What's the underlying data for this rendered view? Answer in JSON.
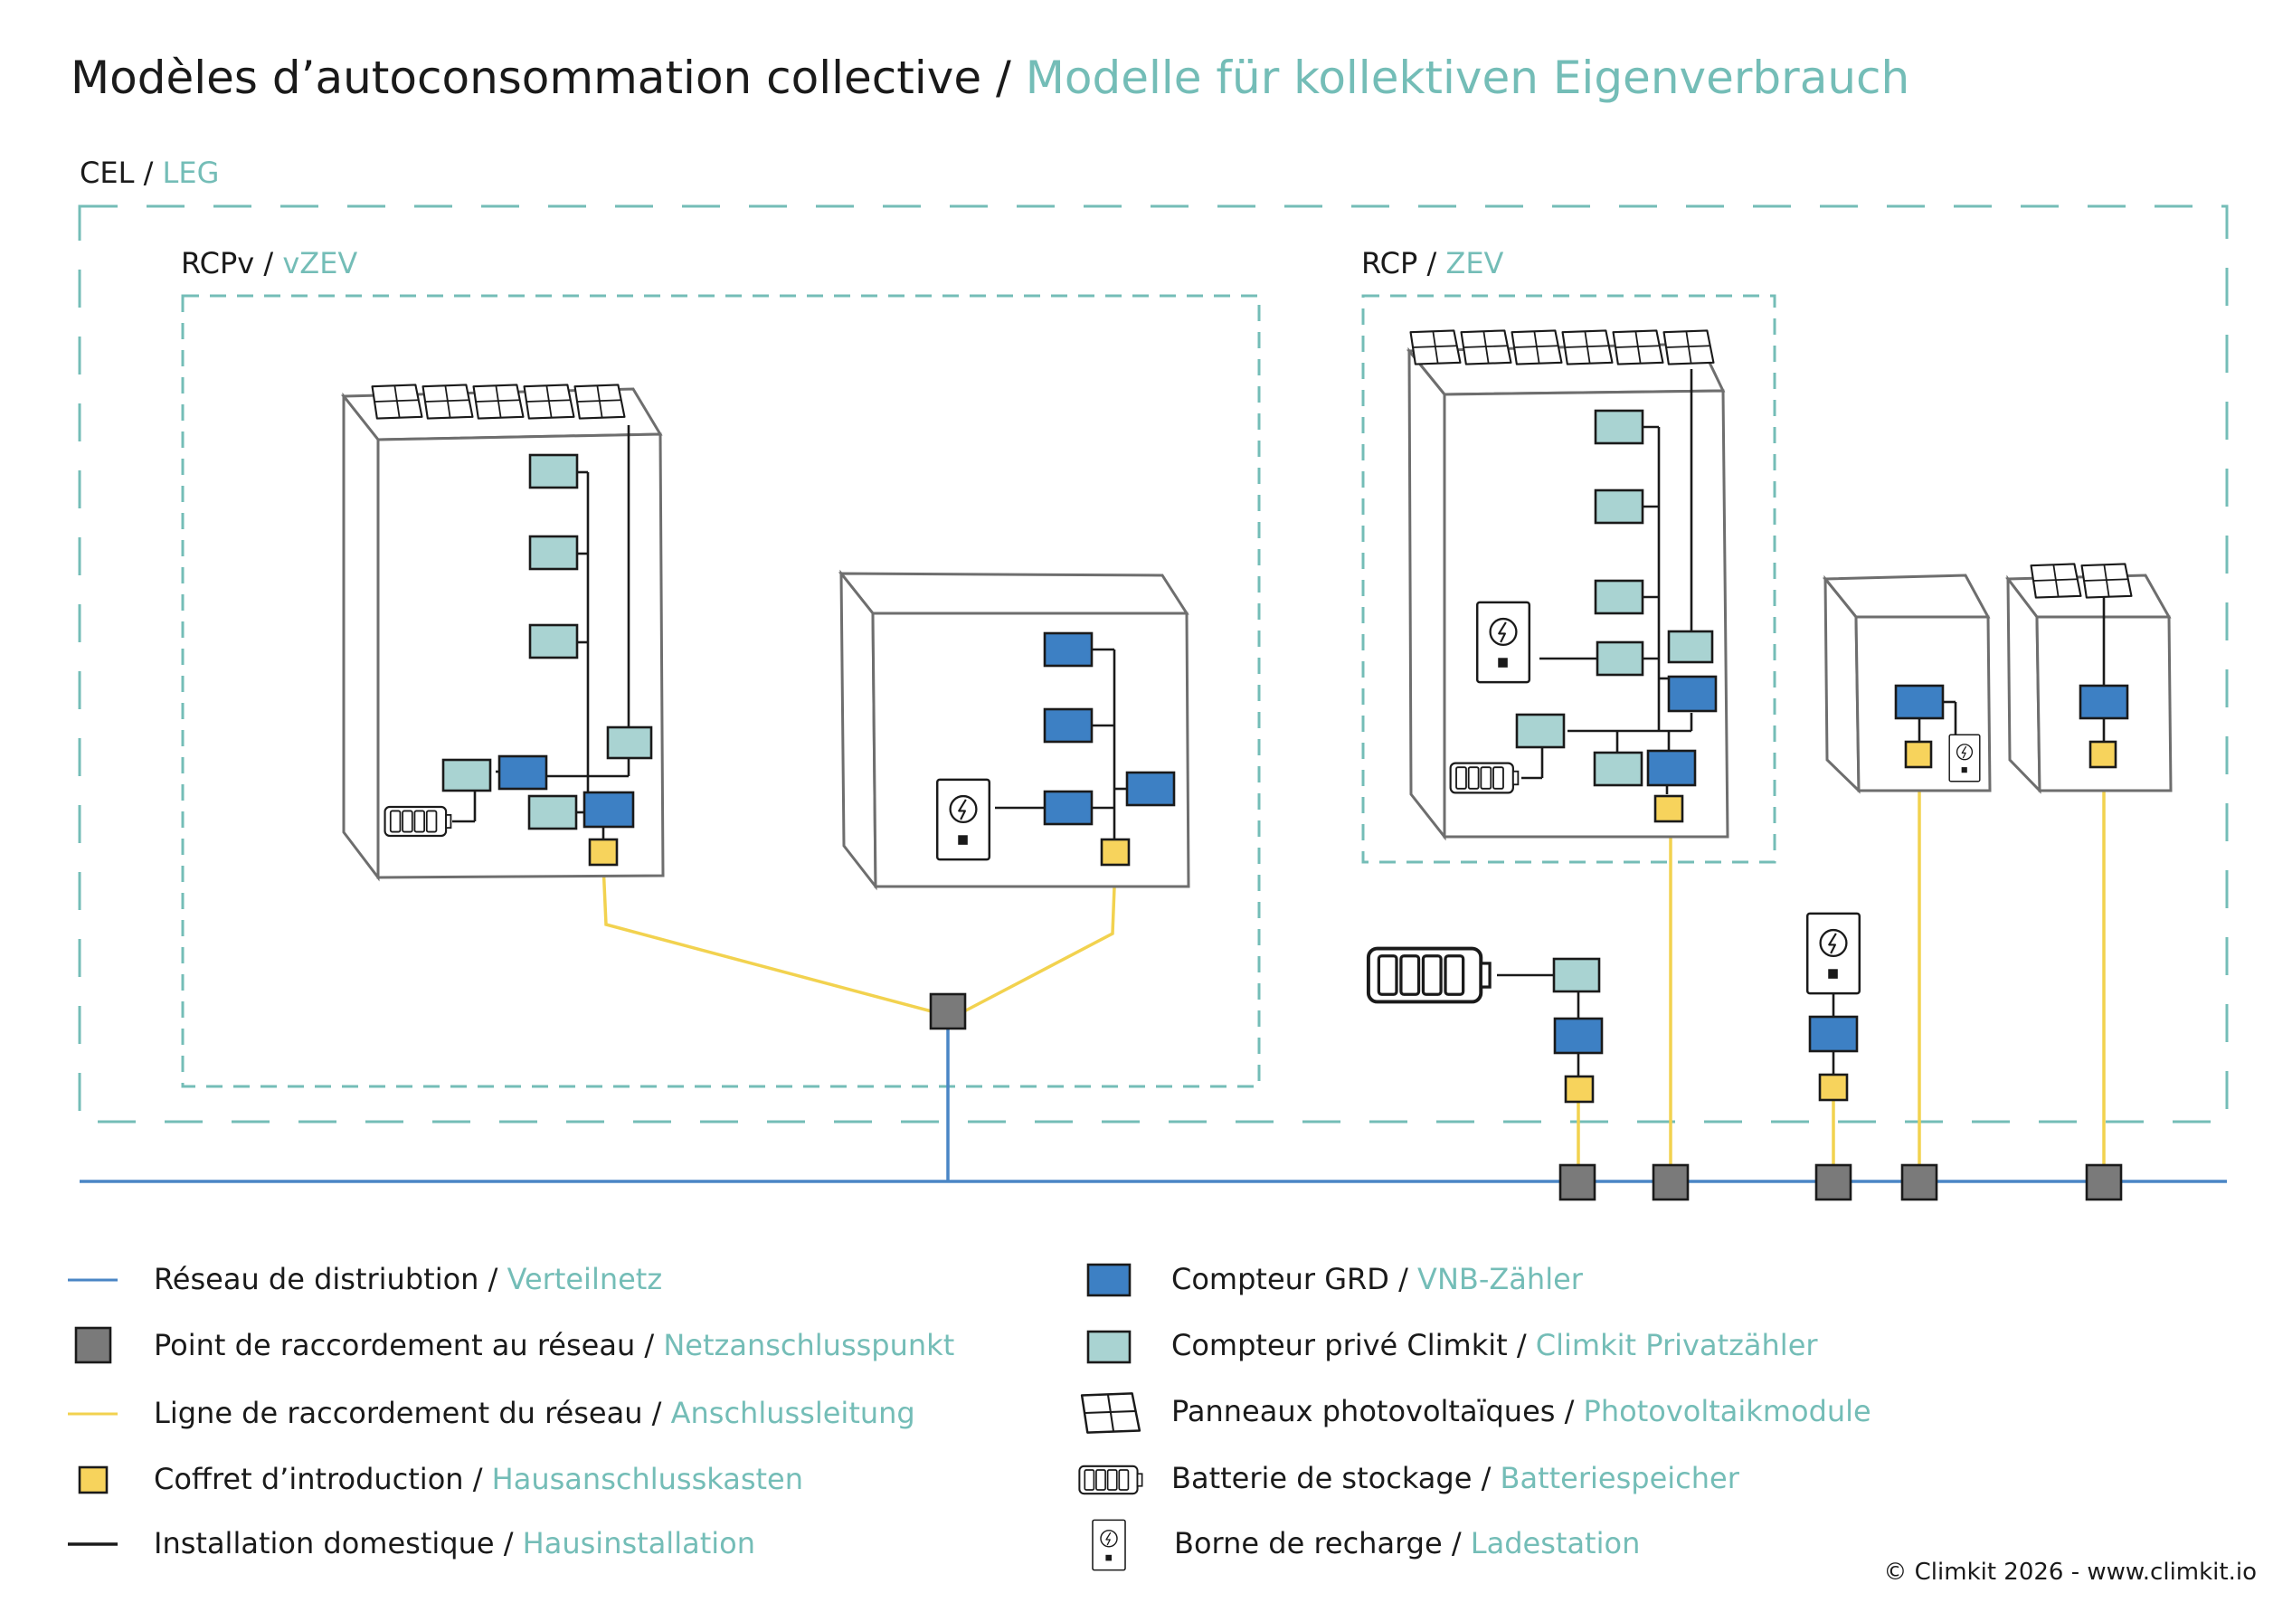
{
  "title": {
    "fr": "Modèles d’autoconsommation collective",
    "sep": " / ",
    "de": "Modelle für kollektiven Eigenverbrauch"
  },
  "groups": {
    "cel": {
      "fr": "CEL",
      "sep": " / ",
      "de": "LEG"
    },
    "rcpv": {
      "fr": "RCPv",
      "sep": " / ",
      "de": "vZEV"
    },
    "rcp": {
      "fr": "RCP",
      "sep": " / ",
      "de": "ZEV"
    }
  },
  "colors": {
    "grid": "#4a86c5",
    "connection_point": "#7a7a7a",
    "connection_line": "#f5d45a",
    "entry_box": "#f7d35c",
    "house_install": "#1a1a1a",
    "meter_grd": "#3d80c4",
    "meter_private": "#a9d3d2",
    "dashed_border": "#74bdb7",
    "accent_text": "#74bdb7"
  },
  "legend": {
    "left": [
      {
        "icon": "grid-line-icon",
        "fr": "Réseau de distriubtion",
        "sep": " / ",
        "de": "Verteilnetz"
      },
      {
        "icon": "connection-point-icon",
        "fr": "Point de raccordement au réseau",
        "sep": " / ",
        "de": "Netzanschlusspunkt"
      },
      {
        "icon": "connection-line-icon",
        "fr": "Ligne de raccordement du réseau",
        "sep": " / ",
        "de": "Anschlussleitung"
      },
      {
        "icon": "entry-box-icon",
        "fr": "Coffret d’introduction",
        "sep": " / ",
        "de": "Hausanschlusskasten"
      },
      {
        "icon": "house-installation-icon",
        "fr": "Installation domestique",
        "sep": " / ",
        "de": "Hausinstallation"
      }
    ],
    "right": [
      {
        "icon": "grd-meter-icon",
        "fr": "Compteur GRD",
        "sep": " / ",
        "de": "VNB-Zähler"
      },
      {
        "icon": "private-meter-icon",
        "fr": "Compteur privé Climkit",
        "sep": " / ",
        "de": "Climkit Privatzähler"
      },
      {
        "icon": "solar-panel-icon",
        "fr": "Panneaux photovoltaïques",
        "sep": " / ",
        "de": "Photovoltaikmodule"
      },
      {
        "icon": "battery-icon",
        "fr": "Batterie de stockage",
        "sep": " / ",
        "de": "Batteriespeicher"
      },
      {
        "icon": "charging-station-icon",
        "fr": "Borne de recharge",
        "sep": " / ",
        "de": "Ladestation"
      }
    ]
  },
  "copyright": "© Climkit 2026 - www.climkit.io"
}
